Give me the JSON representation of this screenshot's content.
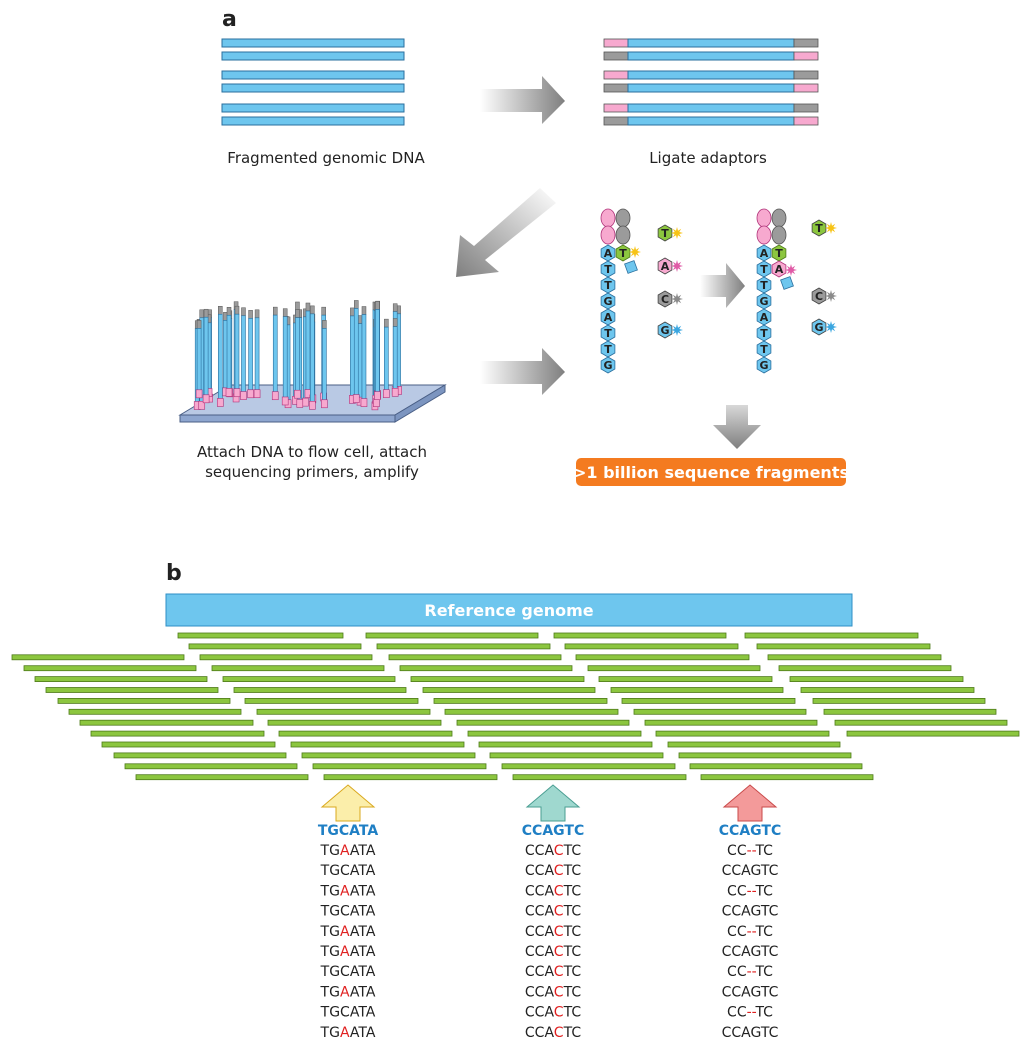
{
  "panel_a": {
    "letter": "a",
    "fragmented_label": "Fragmented genomic DNA",
    "ligate_label": "Ligate adaptors",
    "attach_label_line1": "Attach DNA to flow cell, attach",
    "attach_label_line2": "sequencing primers, amplify",
    "result_banner": ">1 billion sequence fragments",
    "strand_left": [
      "A",
      "T",
      "T",
      "G",
      "A",
      "T",
      "T",
      "G"
    ],
    "strand_right": [
      "A",
      "T",
      "T",
      "G",
      "A",
      "T",
      "T",
      "G"
    ],
    "incoming_left": "T",
    "incoming_right": "A",
    "nucleotides": [
      "T",
      "A",
      "C",
      "G"
    ],
    "nucleotides_right": [
      "T",
      "C",
      "G"
    ]
  },
  "panel_b": {
    "letter": "b",
    "reference_label": "Reference genome",
    "columns": [
      {
        "reference": "TGCATA",
        "reads": [
          "TGAATA",
          "TGCATA",
          "TGAATA",
          "TGCATA",
          "TGAATA",
          "TGAATA",
          "TGCATA",
          "TGAATA",
          "TGCATA",
          "TGAATA"
        ],
        "arrow_color": "#fbeeaa"
      },
      {
        "reference": "CCAGTC",
        "reads": [
          "CCACTC",
          "CCACTC",
          "CCACTC",
          "CCACTC",
          "CCACTC",
          "CCACTC",
          "CCACTC",
          "CCACTC",
          "CCACTC",
          "CCACTC"
        ],
        "arrow_color": "#9fd8cf"
      },
      {
        "reference": "CCAGTC",
        "reads": [
          "CC--TC",
          "CCAGTC",
          "CC--TC",
          "CCAGTC",
          "CC--TC",
          "CCAGTC",
          "CC--TC",
          "CCAGTC",
          "CC--TC",
          "CCAGTC"
        ],
        "arrow_color": "#f39a9a"
      }
    ]
  },
  "colors": {
    "dna_blue": "#6ec6ee",
    "adaptor_pink": "#f7a9cf",
    "adaptor_gray": "#9b9b9b",
    "read_green": "#8cc63f",
    "banner_orange": "#f47b20",
    "label_blue": "#1f7fc4",
    "variant_red": "#e02020"
  }
}
